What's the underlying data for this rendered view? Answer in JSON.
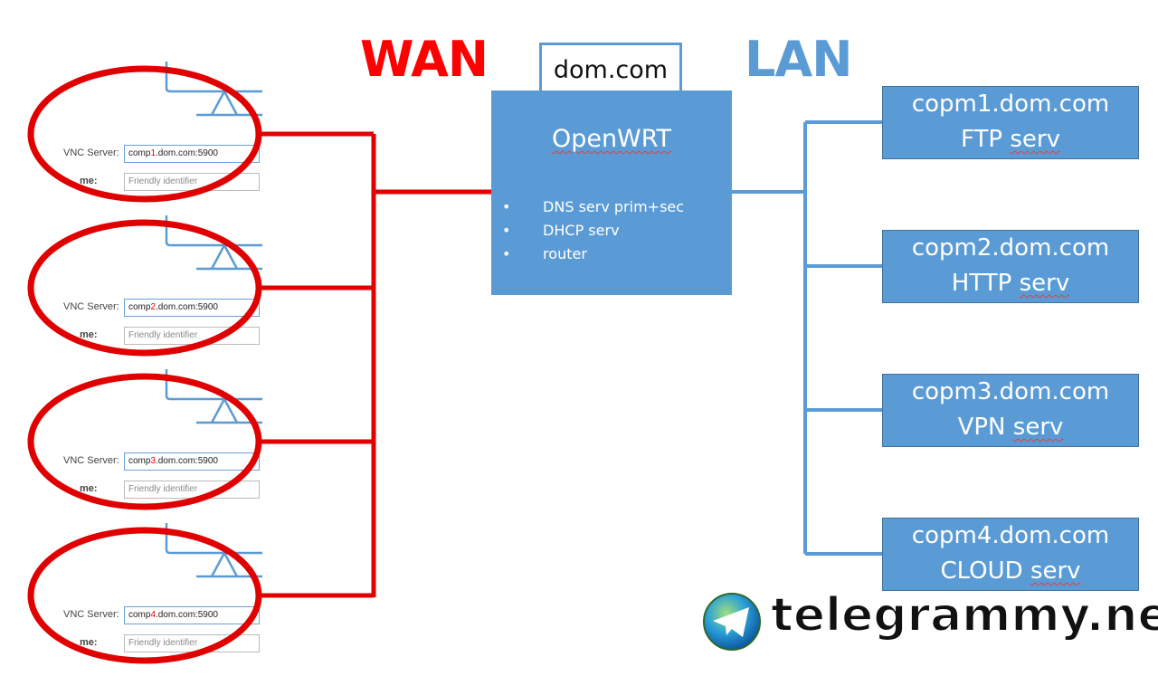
{
  "wan_label": "WAN",
  "lan_label": "LAN",
  "domain_label": "dom.com",
  "router": {
    "title": "OpenWRT",
    "features": [
      "DNS serv prim+sec",
      "DHCP serv",
      "router"
    ]
  },
  "clients": [
    {
      "label": "VNC Server:",
      "host_prefix": "comp",
      "host_num": "1",
      "host_suffix": ".dom.com:5900",
      "name_label": "me:",
      "name_placeholder": "Friendly identifier"
    },
    {
      "label": "VNC Server:",
      "host_prefix": "comp",
      "host_num": "2",
      "host_suffix": ".dom.com:5900",
      "name_label": "me:",
      "name_placeholder": "Friendly identifier"
    },
    {
      "label": "VNC Server:",
      "host_prefix": "comp",
      "host_num": "3",
      "host_suffix": ".dom.com:5900",
      "name_label": "me:",
      "name_placeholder": "Friendly identifier"
    },
    {
      "label": "VNC Server:",
      "host_prefix": "comp",
      "host_num": "4",
      "host_suffix": ".dom.com:5900",
      "name_label": "me:",
      "name_placeholder": "Friendly identifier"
    }
  ],
  "servers": [
    {
      "host": "copm1.dom.com",
      "role": "FTP",
      "role_suffix": "serv"
    },
    {
      "host": "copm2.dom.com",
      "role": "HTTP",
      "role_suffix": "serv"
    },
    {
      "host": "copm3.dom.com",
      "role": "VPN",
      "role_suffix": "serv"
    },
    {
      "host": "copm4.dom.com",
      "role": "CLOUD",
      "role_suffix": "serv"
    }
  ],
  "watermark": "telegrammy.net",
  "colors": {
    "wan": "#ff0000",
    "lan": "#5b9bd5",
    "box": "#5b9bd5"
  }
}
